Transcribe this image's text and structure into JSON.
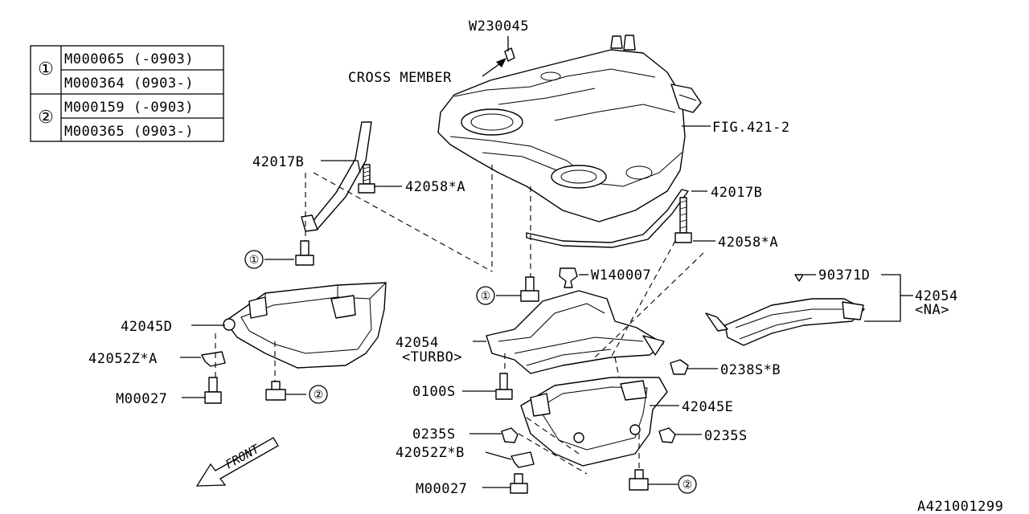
{
  "legend": {
    "rows": [
      {
        "key": "①",
        "parts": [
          "M000065 (-0903)",
          "M000364 (0903-)"
        ]
      },
      {
        "key": "②",
        "parts": [
          "M000159 (-0903)",
          "M000365 (0903-)"
        ]
      }
    ]
  },
  "labels": {
    "w230045": "W230045",
    "cross_member": "CROSS MEMBER",
    "fig421_2": "FIG.421-2",
    "p42017b_left": "42017B",
    "p42058a_left": "42058*A",
    "p42017b_right": "42017B",
    "p42058a_right": "42058*A",
    "p42045d": "42045D",
    "p42052za": "42052Z*A",
    "m00027_left": "M00027",
    "w140007": "W140007",
    "p90371d": "90371D",
    "p42054_na": "42054",
    "na": "<NA>",
    "p42054_turbo": "42054",
    "turbo": "<TURBO>",
    "p0238sb": "0238S*B",
    "p0100s": "0100S",
    "p42045e": "42045E",
    "p0235s_left": "0235S",
    "p0235s_right": "0235S",
    "p42052zb": "42052Z*B",
    "m00027_right": "M00027",
    "front": "FRONT",
    "diagram_id": "A421001299"
  },
  "callouts": {
    "one": "①",
    "two": "②"
  }
}
